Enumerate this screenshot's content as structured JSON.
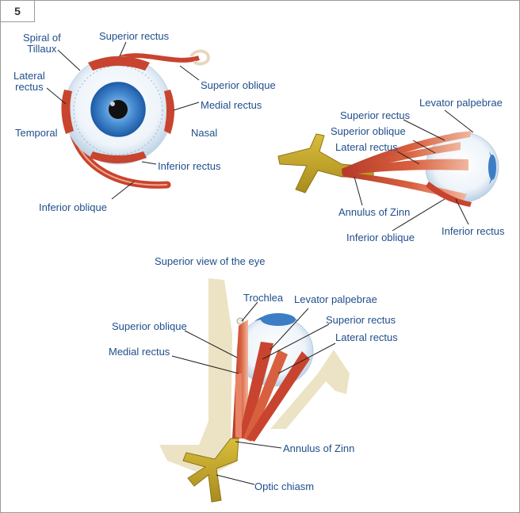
{
  "figure_number": "5",
  "colors": {
    "label": "#1f4e8c",
    "leader": "#222222",
    "muscle": "#c8442f",
    "muscle_light": "#e88466",
    "nerve": "#c9aa2a",
    "bone": "#e6dcb8",
    "iris": "#4a8fd4",
    "sclera": "#eaf2f9"
  },
  "front_view": {
    "labels": {
      "spiral_line1": "Spiral of",
      "spiral_line2": "Tillaux",
      "superior_rectus": "Superior rectus",
      "lateral_line1": "Lateral",
      "lateral_line2": "rectus",
      "superior_oblique": "Superior oblique",
      "medial_rectus": "Medial rectus",
      "temporal": "Temporal",
      "nasal": "Nasal",
      "inferior_rectus": "Inferior rectus",
      "inferior_oblique": "Inferior oblique"
    }
  },
  "side_view": {
    "labels": {
      "levator_palpebrae": "Levator palpebrae",
      "superior_rectus": "Superior rectus",
      "superior_oblique": "Superior oblique",
      "lateral_rectus": "Lateral rectus",
      "annulus_of_zinn": "Annulus of Zinn",
      "inferior_oblique": "Inferior oblique",
      "inferior_rectus": "Inferior rectus"
    }
  },
  "superior_view": {
    "caption": "Superior view of the eye",
    "labels": {
      "trochlea": "Trochlea",
      "levator_palpebrae": "Levator palpebrae",
      "superior_rectus": "Superior rectus",
      "superior_oblique": "Superior oblique",
      "lateral_rectus": "Lateral rectus",
      "medial_rectus": "Medial rectus",
      "annulus_of_zinn": "Annulus of Zinn",
      "optic_chiasm": "Optic chiasm"
    }
  }
}
